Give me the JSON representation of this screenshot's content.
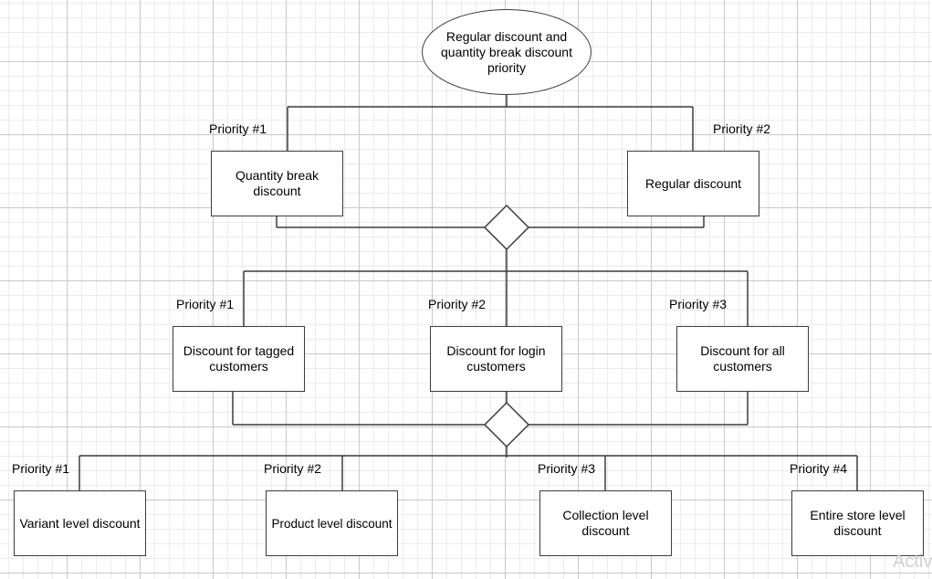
{
  "root": {
    "label": "Regular discount and quantity break discount priority"
  },
  "level1": {
    "items": [
      {
        "priority_label": "Priority #1",
        "label": "Quantity break discount"
      },
      {
        "priority_label": "Priority #2",
        "label": "Regular discount"
      }
    ]
  },
  "level2": {
    "items": [
      {
        "priority_label": "Priority #1",
        "label": "Discount for tagged customers"
      },
      {
        "priority_label": "Priority #2",
        "label": "Discount for login customers"
      },
      {
        "priority_label": "Priority #3",
        "label": "Discount for all customers"
      }
    ]
  },
  "level3": {
    "items": [
      {
        "priority_label": "Priority #1",
        "label": "Variant level discount"
      },
      {
        "priority_label": "Priority #2",
        "label": "Product level discount"
      },
      {
        "priority_label": "Priority #3",
        "label": "Collection level discount"
      },
      {
        "priority_label": "Priority #4",
        "label": "Entire store level discount"
      }
    ]
  },
  "watermark": {
    "text": "Activ"
  },
  "colors": {
    "stroke": "#3c3c3c",
    "fill": "#ffffff"
  }
}
